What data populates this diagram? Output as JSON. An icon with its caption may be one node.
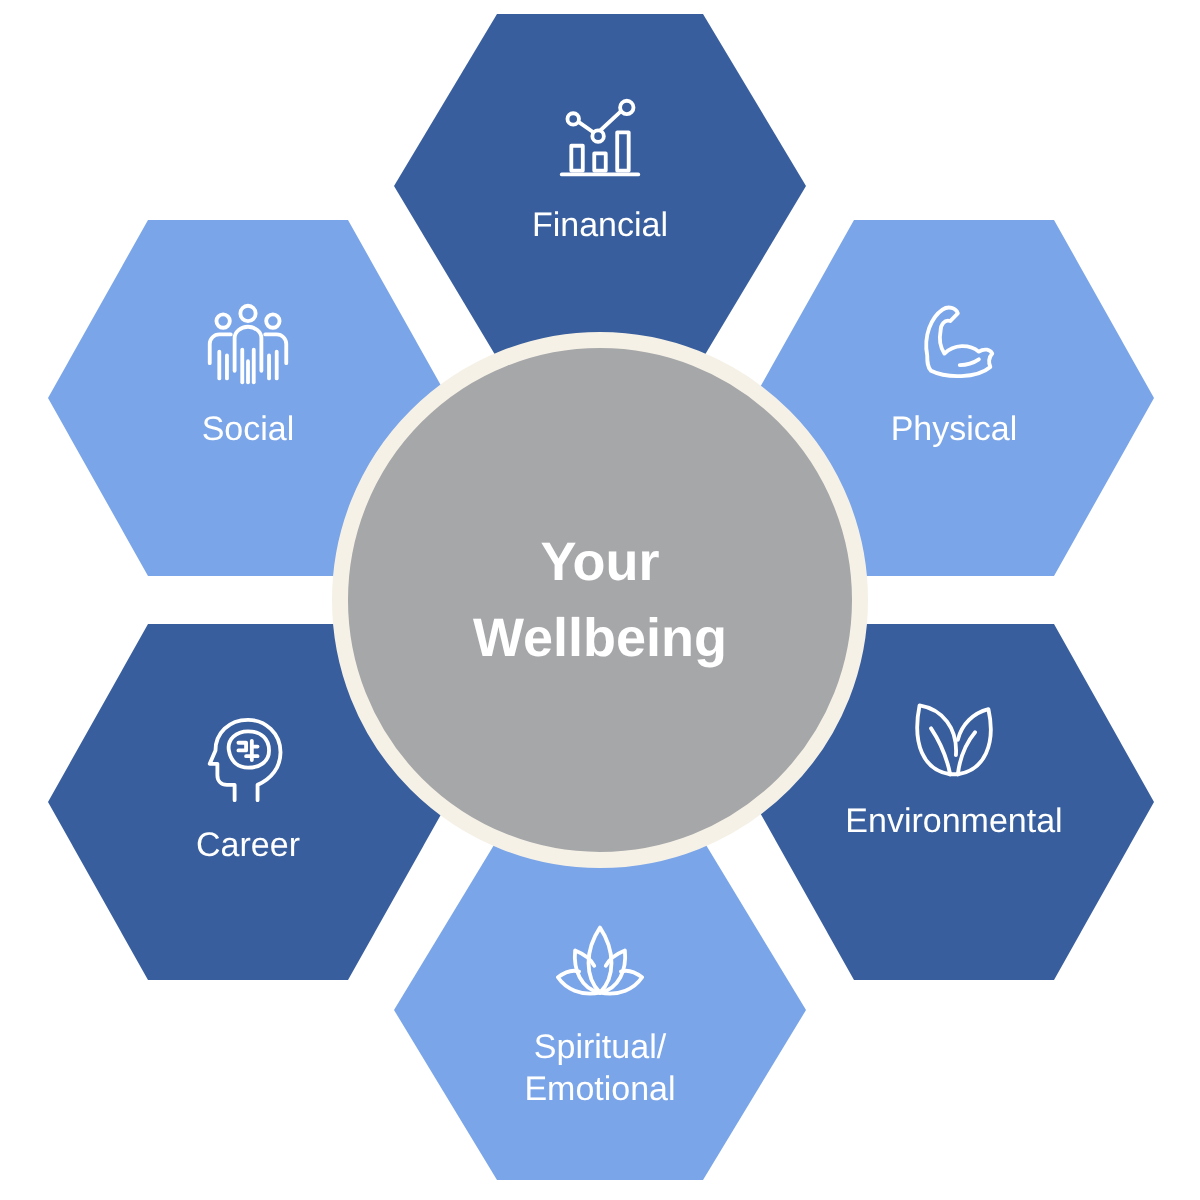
{
  "diagram": {
    "nodes": [
      {
        "text": [
          "Financial"
        ]
      },
      {
        "text": [
          "Social"
        ]
      },
      {
        "text": [
          "Physical"
        ]
      },
      {
        "text": [
          "Your Wellbeing"
        ]
      },
      {
        "text": [
          "Career"
        ]
      },
      {
        "text": [
          "Environmental"
        ]
      },
      {
        "text": [
          "Spiritual/ Emotional"
        ]
      }
    ]
  }
}
